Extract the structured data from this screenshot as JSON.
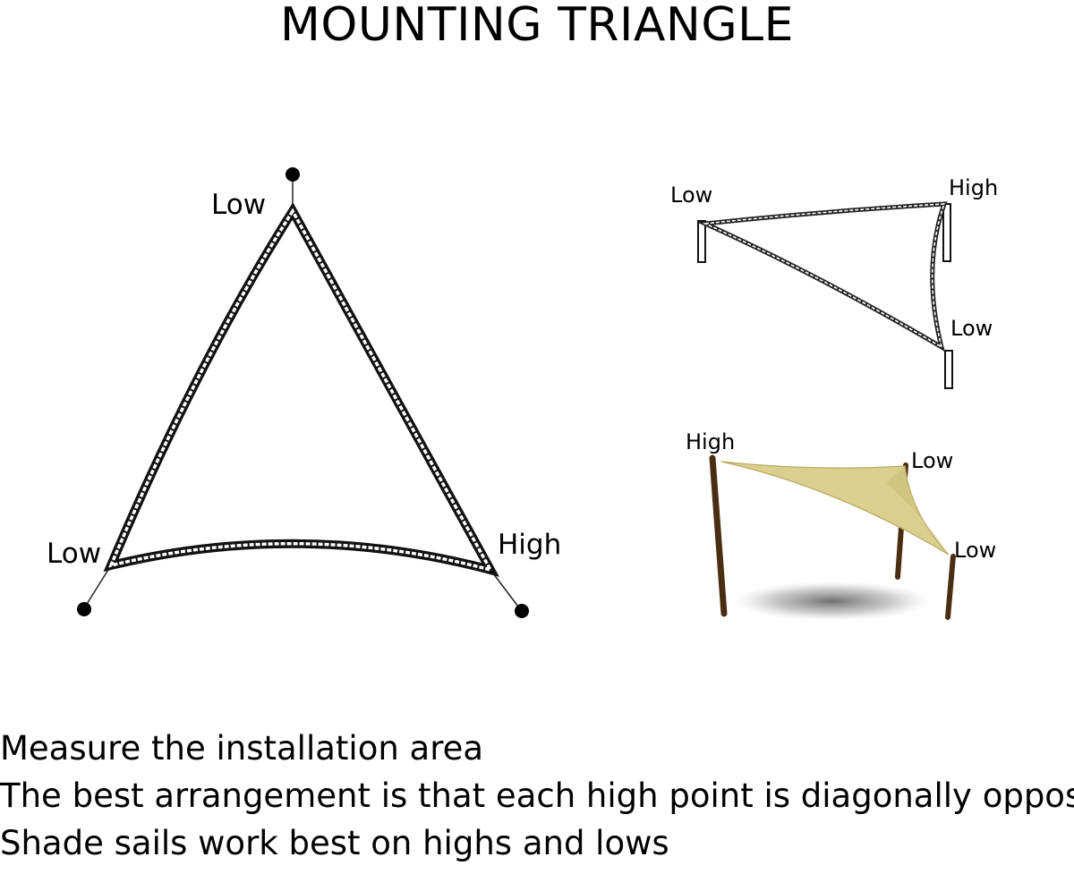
{
  "title": "MOUNTING TRIANGLE",
  "main_diagram": {
    "labels": {
      "top": "Low",
      "left": "Low",
      "right": "High"
    }
  },
  "top_right_diagram": {
    "labels": {
      "left": "Low",
      "top_right": "High",
      "bottom_right": "Low"
    }
  },
  "bottom_right_diagram": {
    "labels": {
      "left": "High",
      "middle": "Low",
      "right": "Low"
    },
    "colors": {
      "sail": "#d9cf8f",
      "poles": "#4a2e14"
    }
  },
  "notes": [
    "Measure the installation area",
    "The best arrangement is that each high point is diagonally opposite",
    "Shade sails work best on highs and lows"
  ]
}
